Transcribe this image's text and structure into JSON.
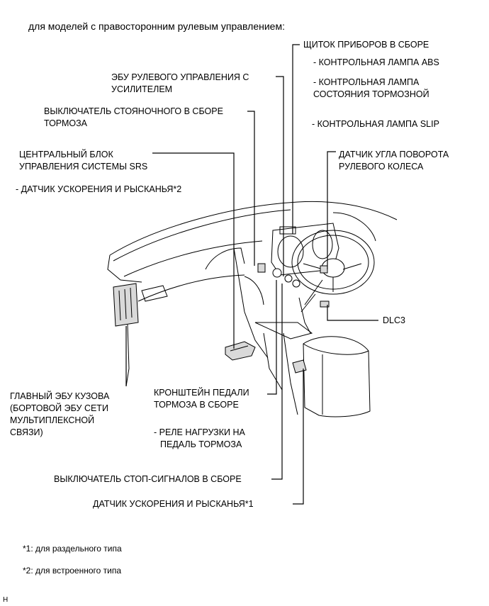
{
  "heading": "для моделей с правосторонним рулевым управлением:",
  "labels": {
    "combination_meter": "ЩИТОК ПРИБОРОВ В СБОРЕ",
    "abs_lamp": "- КОНТРОЛЬНАЯ ЛАМПА ABS",
    "brake_lamp_1": "- КОНТРОЛЬНАЯ ЛАМПА",
    "brake_lamp_2": "СОСТОЯНИЯ ТОРМОЗНОЙ",
    "slip_lamp": "- КОНТРОЛЬНАЯ ЛАМПА SLIP",
    "eps_ecu_1": "ЭБУ РУЛЕВОГО УПРАВЛЕНИЯ С",
    "eps_ecu_2": "УСИЛИТЕЛЕМ",
    "parking_brake_1": "ВЫКЛЮЧАТЕЛЬ СТОЯНОЧНОГО  В СБОРЕ",
    "parking_brake_2": "ТОРМОЗА",
    "steering_sensor_1": "ДАТЧИК УГЛА ПОВОРОТА",
    "steering_sensor_2": "РУЛЕВОГО КОЛЕСА",
    "srs_1": "ЦЕНТРАЛЬНЫЙ БЛОК",
    "srs_2": "УПРАВЛЕНИЯ СИСТЕМЫ SRS",
    "yaw_sensor_2": "- ДАТЧИК УСКОРЕНИЯ И РЫСКАНЬЯ*2",
    "dlc3": "DLC3",
    "body_ecu_1": "ГЛАВНЫЙ ЭБУ КУЗОВА",
    "body_ecu_2": "(БОРТОВОЙ ЭБУ СЕТИ",
    "body_ecu_3": "МУЛЬТИПЛЕКСНОЙ",
    "body_ecu_4": "СВЯЗИ)",
    "pedal_bracket_1": "КРОНШТЕЙН ПЕДАЛИ",
    "pedal_bracket_2": "ТОРМОЗА В СБОРЕ",
    "load_relay_1": "- РЕЛЕ НАГРУЗКИ НА",
    "load_relay_2": "ПЕДАЛЬ ТОРМОЗА",
    "stop_switch": "ВЫКЛЮЧАТЕЛЬ СТОП-СИГНАЛОВ    В СБОРЕ",
    "yaw_sensor_1": "ДАТЧИК УСКОРЕНИЯ И РЫСКАНЬЯ*1"
  },
  "footnotes": {
    "note1": "*1: для раздельного типа",
    "note2": "*2: для встроенного типа"
  },
  "corner_mark": "H"
}
